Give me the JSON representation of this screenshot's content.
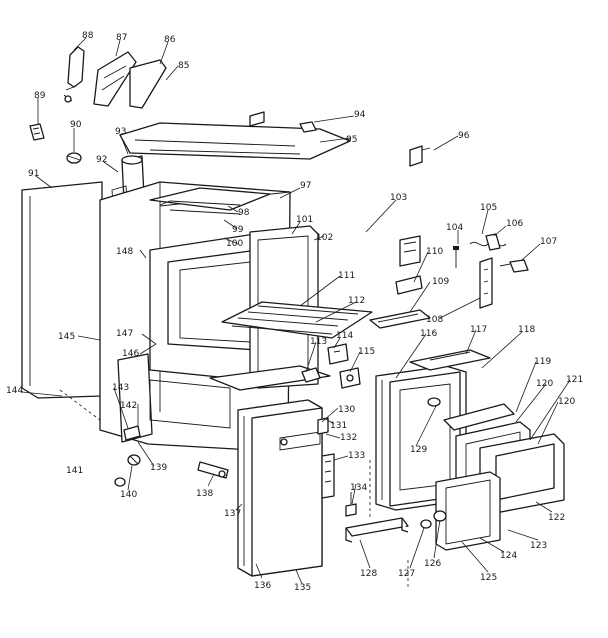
{
  "diagram": {
    "labels": [
      "88",
      "87",
      "86",
      "85",
      "89",
      "90",
      "93",
      "92",
      "91",
      "94",
      "95",
      "96",
      "97",
      "98",
      "99",
      "100",
      "101",
      "102",
      "103",
      "105",
      "104",
      "106",
      "107",
      "148",
      "110",
      "111",
      "109",
      "108",
      "112",
      "116",
      "117",
      "118",
      "145",
      "147",
      "146",
      "113",
      "114",
      "115",
      "119",
      "120",
      "121",
      "144",
      "143",
      "142",
      "130",
      "131",
      "132",
      "133",
      "129",
      "139",
      "140",
      "141",
      "138",
      "137",
      "134",
      "127",
      "126",
      "125",
      "124",
      "123",
      "122",
      "128",
      "136",
      "135"
    ]
  }
}
